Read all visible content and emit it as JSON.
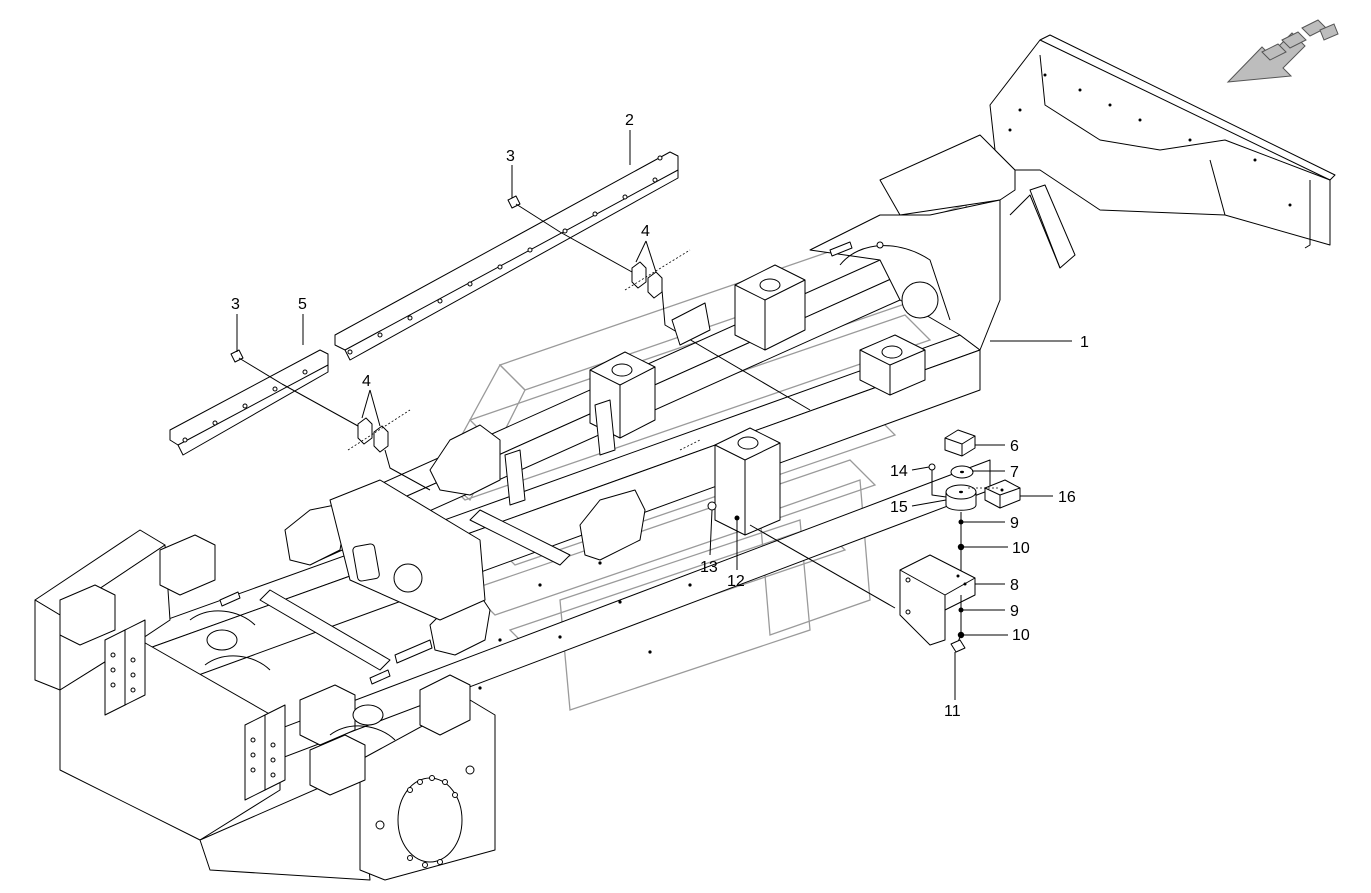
{
  "diagram": {
    "callouts": [
      {
        "id": "c1",
        "text": "1"
      },
      {
        "id": "c2",
        "text": "2"
      },
      {
        "id": "c3a",
        "text": "3"
      },
      {
        "id": "c3b",
        "text": "3"
      },
      {
        "id": "c4a",
        "text": "4"
      },
      {
        "id": "c4b",
        "text": "4"
      },
      {
        "id": "c5",
        "text": "5"
      },
      {
        "id": "c6",
        "text": "6"
      },
      {
        "id": "c7",
        "text": "7"
      },
      {
        "id": "c8",
        "text": "8"
      },
      {
        "id": "c9a",
        "text": "9"
      },
      {
        "id": "c9b",
        "text": "9"
      },
      {
        "id": "c10a",
        "text": "10"
      },
      {
        "id": "c10b",
        "text": "10"
      },
      {
        "id": "c11",
        "text": "11"
      },
      {
        "id": "c12",
        "text": "12"
      },
      {
        "id": "c13",
        "text": "13"
      },
      {
        "id": "c14",
        "text": "14"
      },
      {
        "id": "c15",
        "text": "15"
      },
      {
        "id": "c16",
        "text": "16"
      }
    ],
    "colors": {
      "line": "#000000",
      "watermark": "#9a9a9a",
      "direction_arrow": "#bdbdbd"
    }
  }
}
